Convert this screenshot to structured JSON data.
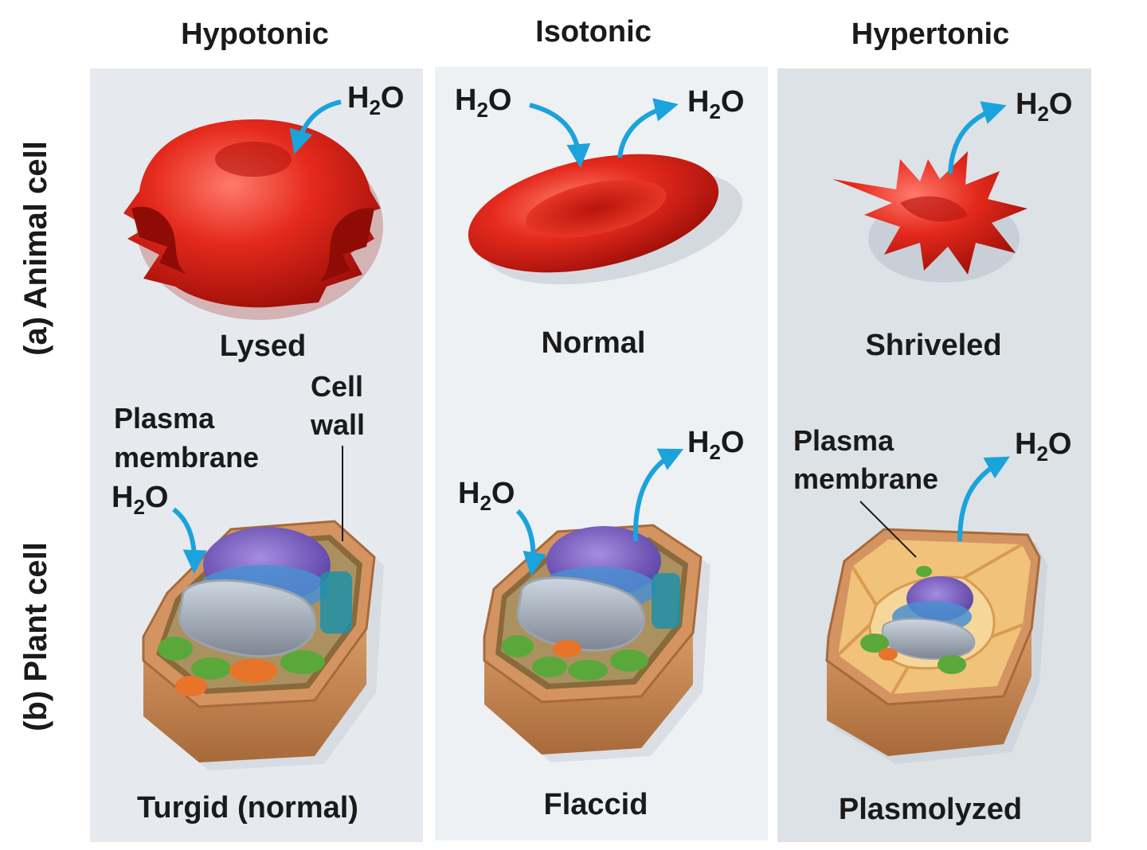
{
  "columns": {
    "hypotonic": "Hypotonic",
    "isotonic": "Isotonic",
    "hypertonic": "Hypertonic"
  },
  "row_labels": {
    "animal": "(a) Animal cell",
    "plant": "(b) Plant cell"
  },
  "animal_states": {
    "hypotonic": "Lysed",
    "isotonic": "Normal",
    "hypertonic": "Shriveled"
  },
  "plant_states": {
    "hypotonic": "Turgid (normal)",
    "isotonic": "Flaccid",
    "hypertonic": "Plasmolyzed"
  },
  "water": {
    "base": "H",
    "sub": "2",
    "tail": "O"
  },
  "callouts": {
    "cell_wall_1": "Cell",
    "cell_wall_2": "wall",
    "plasma_1": "Plasma",
    "plasma_2": "membrane"
  },
  "colors": {
    "panel": "#e6eaee",
    "panel_mid": "#eef1f4",
    "panel_right": "#dde2e7",
    "arrow": "#1ba3dc",
    "rbc": "#e02b20",
    "rbc_dark": "#b4140d",
    "wall": "#c98a55",
    "nucleus": "#7b5fc0",
    "er": "#4a8fd0",
    "chloroplast": "#5aa83a",
    "mito": "#e8742a"
  }
}
